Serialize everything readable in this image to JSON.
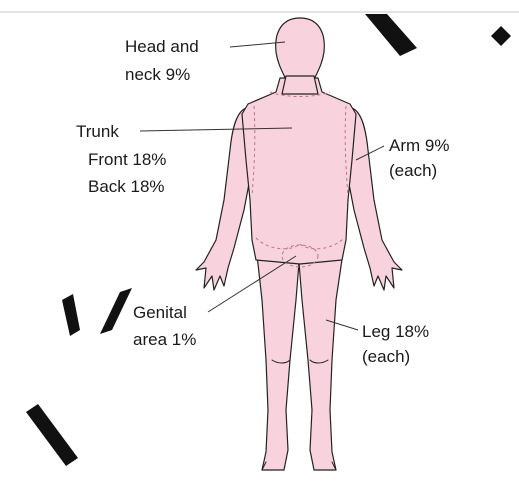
{
  "diagram": {
    "colors": {
      "skin": "#f8d3dd",
      "outline": "#222222",
      "region_dash": "#c0728a",
      "text": "#1a1a1a",
      "watermark": "#111111"
    },
    "labels": {
      "head_line1": "Head and",
      "head_line2": "neck 9%",
      "trunk_line1": "Trunk",
      "trunk_line2": "Front 18%",
      "trunk_line3": "Back 18%",
      "arm_line1": "Arm 9%",
      "arm_line2": "(each)",
      "genital_line1": "Genital",
      "genital_line2": "area 1%",
      "leg_line1": "Leg 18%",
      "leg_line2": "(each)"
    }
  }
}
